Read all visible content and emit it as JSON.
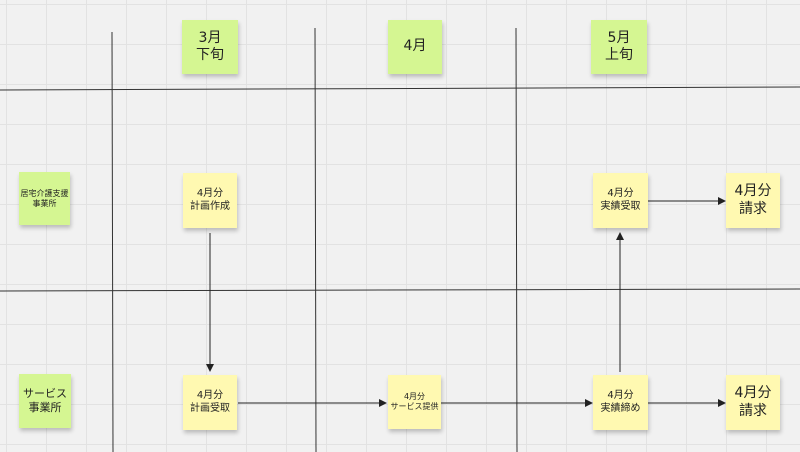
{
  "board": {
    "colors": {
      "background": "#f1f1f1",
      "grid": "#e2e2e2",
      "line": "#222222",
      "note_yellow": "#fff9b1",
      "note_green": "#d5f692"
    },
    "headers": {
      "march_late": {
        "line1": "3月",
        "line2": "下旬"
      },
      "april": {
        "line1": "4月"
      },
      "may_early": {
        "line1": "5月",
        "line2": "上旬"
      }
    },
    "rows": {
      "care_support_office": {
        "line1": "居宅介護支援",
        "line2": "事業所"
      },
      "service_office": {
        "line1": "サービス",
        "line2": "事業所"
      }
    },
    "notes": {
      "plan_creation": {
        "line1": "4月分",
        "line2": "計画作成"
      },
      "record_receipt": {
        "line1": "4月分",
        "line2": "実績受取"
      },
      "billing_top": {
        "line1": "4月分",
        "line2": "請求"
      },
      "plan_receipt": {
        "line1": "4月分",
        "line2": "計画受取"
      },
      "service_provision": {
        "line1": "4月分",
        "line2": "サービス提供"
      },
      "record_closing": {
        "line1": "4月分",
        "line2": "実績締め"
      },
      "billing_bottom": {
        "line1": "4月分",
        "line2": "請求"
      }
    }
  }
}
